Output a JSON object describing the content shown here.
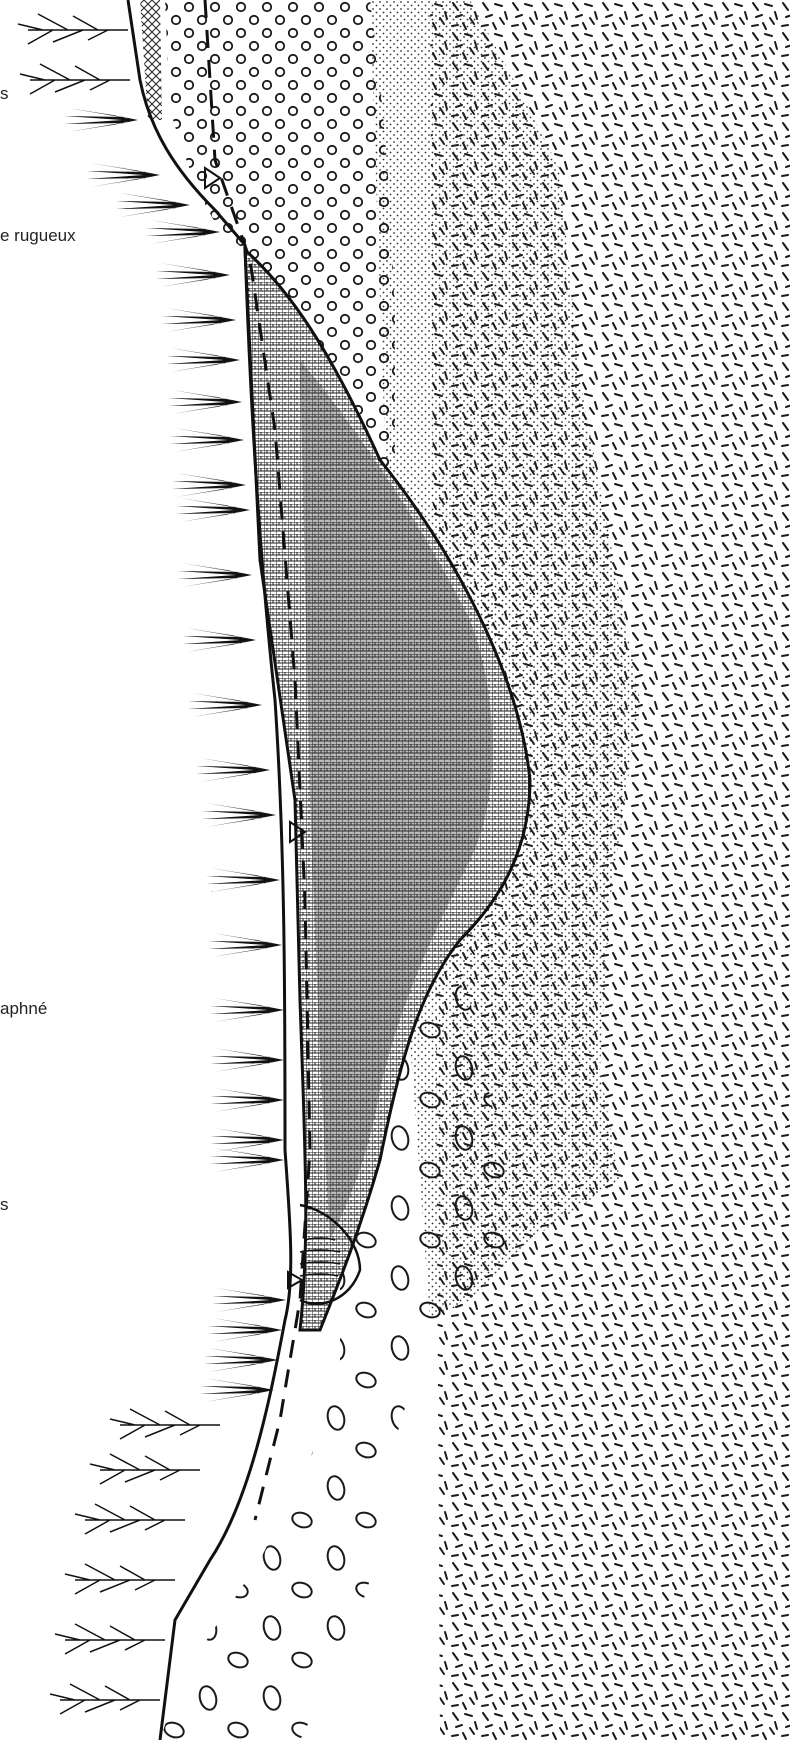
{
  "figure": {
    "labels": [
      "s",
      "e rugueux",
      "aphné",
      "s"
    ],
    "colors": {
      "ink": "#1a1a1a",
      "paper": "#ffffff",
      "trees": "#111111"
    }
  }
}
